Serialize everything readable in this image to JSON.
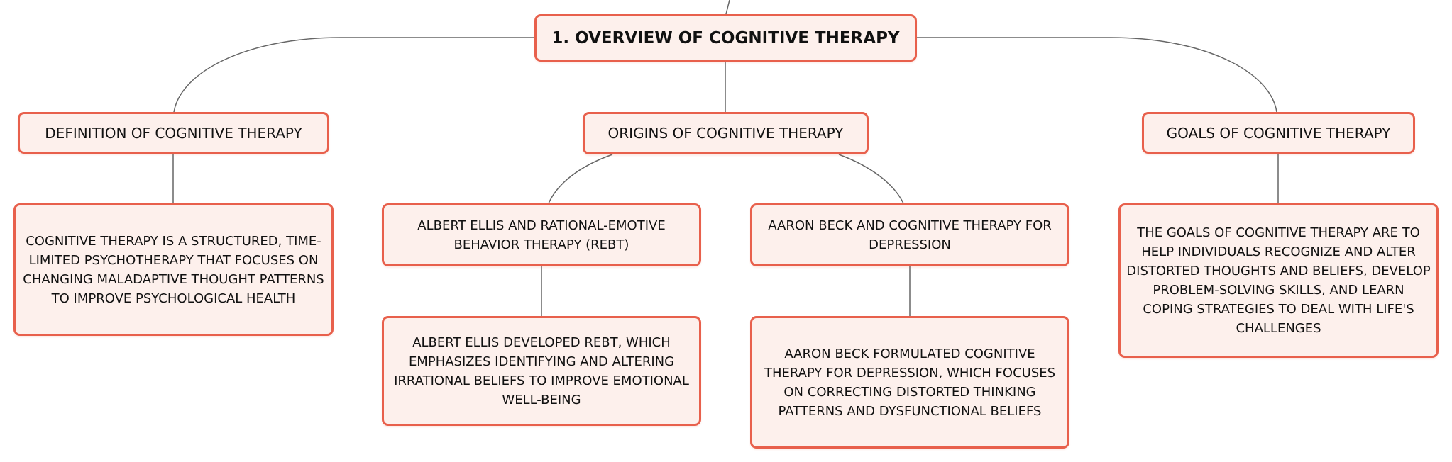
{
  "colors": {
    "node_border": "#e8604c",
    "node_fill": "#fdf0ec",
    "connector": "#666666",
    "text": "#111111"
  },
  "root": {
    "label": "1. OVERVIEW OF COGNITIVE THERAPY"
  },
  "definition": {
    "label": "DEFINITION OF COGNITIVE THERAPY",
    "detail": "COGNITIVE THERAPY IS A STRUCTURED, TIME-LIMITED PSYCHOTHERAPY THAT FOCUSES ON CHANGING MALADAPTIVE THOUGHT PATTERNS TO IMPROVE PSYCHOLOGICAL HEALTH"
  },
  "origins": {
    "label": "ORIGINS OF COGNITIVE THERAPY",
    "ellis": {
      "label": "ALBERT ELLIS AND RATIONAL-EMOTIVE BEHAVIOR THERAPY (REBT)",
      "detail": "ALBERT ELLIS DEVELOPED REBT, WHICH EMPHASIZES IDENTIFYING AND ALTERING IRRATIONAL BELIEFS TO IMPROVE EMOTIONAL WELL-BEING"
    },
    "beck": {
      "label": "AARON BECK AND COGNITIVE THERAPY FOR DEPRESSION",
      "detail": "AARON BECK FORMULATED COGNITIVE THERAPY FOR DEPRESSION, WHICH FOCUSES ON CORRECTING DISTORTED THINKING PATTERNS AND DYSFUNCTIONAL BELIEFS"
    }
  },
  "goals": {
    "label": "GOALS OF COGNITIVE THERAPY",
    "detail": "THE GOALS OF COGNITIVE THERAPY ARE TO HELP INDIVIDUALS RECOGNIZE AND ALTER DISTORTED THOUGHTS AND BELIEFS, DEVELOP PROBLEM-SOLVING SKILLS, AND LEARN COPING STRATEGIES TO DEAL WITH LIFE'S CHALLENGES"
  }
}
